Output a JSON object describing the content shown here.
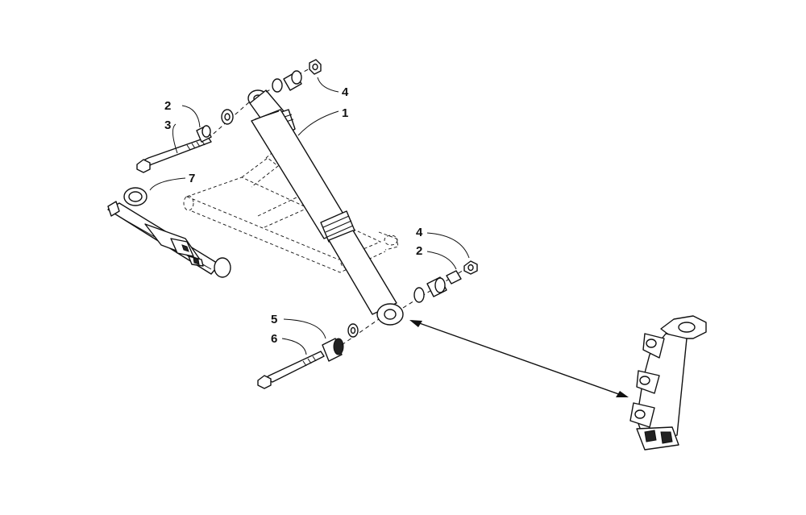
{
  "callouts": {
    "shock_absorber": "1",
    "bushing_upper": "2",
    "bushing_lower": "2",
    "bolt_upper": "3",
    "lock_nut_upper": "4",
    "lock_nut_lower": "4",
    "spacer": "5",
    "bolt_lower": "6",
    "tool": "7"
  },
  "colors": {
    "ink": "#111111",
    "background": "#ffffff"
  },
  "icons": {
    "arrow_head": "double-arrow"
  }
}
